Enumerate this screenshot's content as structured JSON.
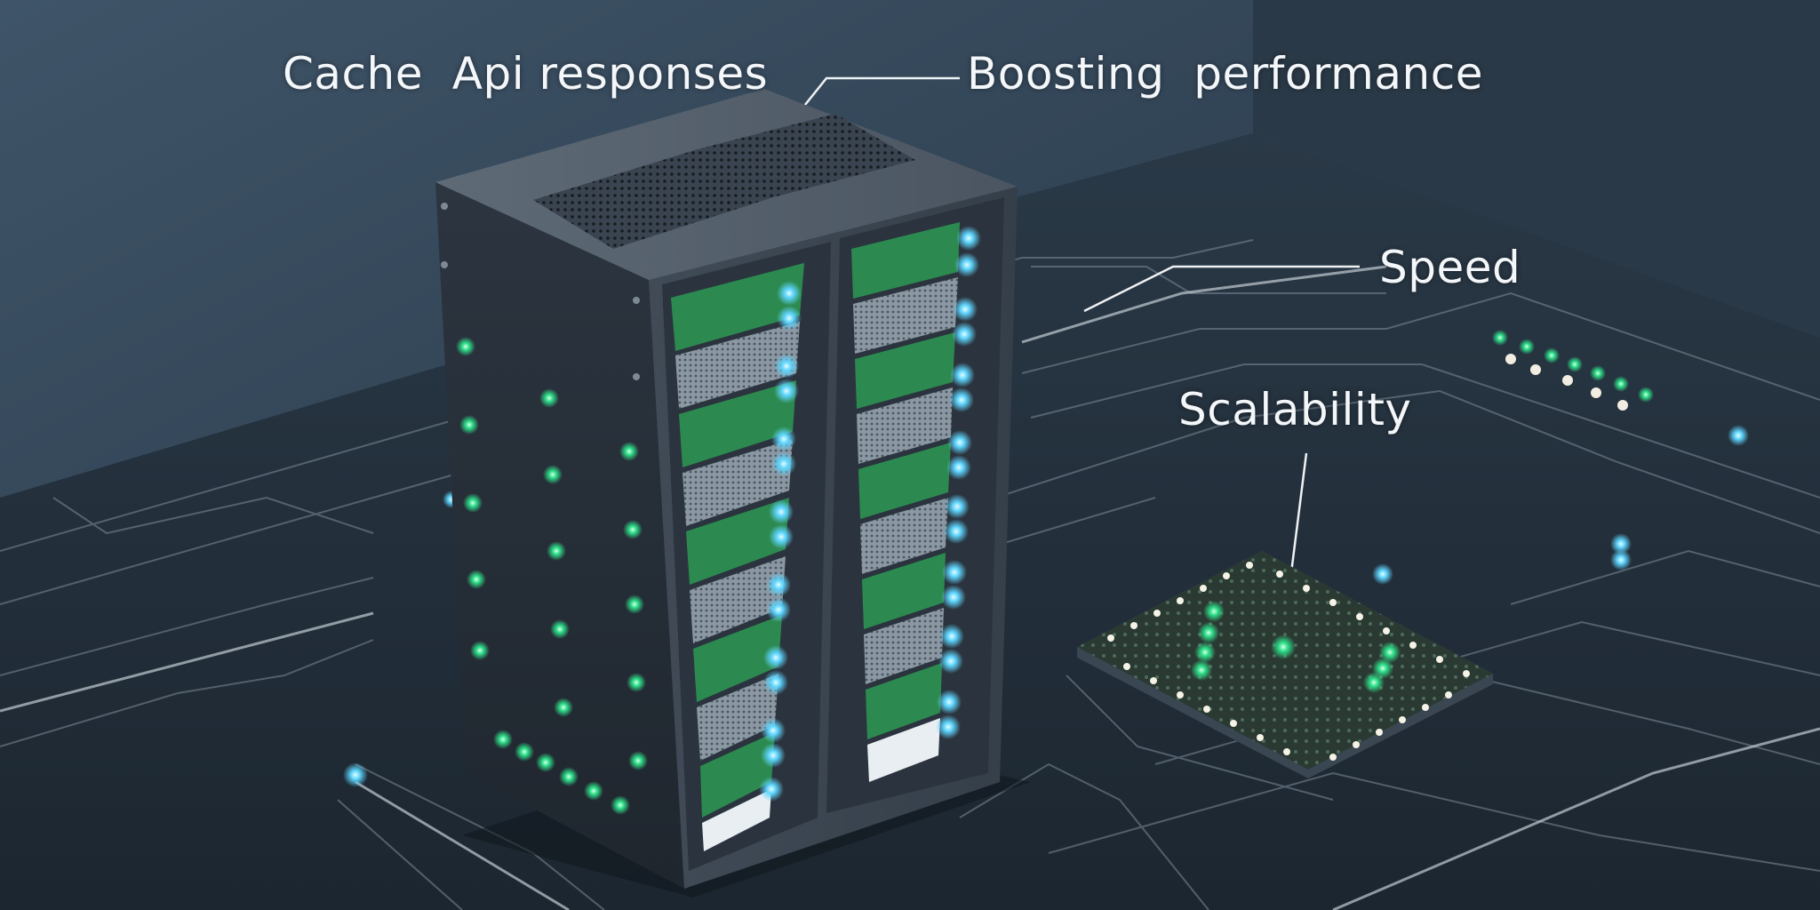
{
  "labels": {
    "cache_api": "Cache  Api responses",
    "boosting": "Boosting  performance",
    "speed": "Speed",
    "scalability": "Scalability"
  },
  "colors": {
    "background_wall": "#3b4f63",
    "floor": "#243240",
    "server_body": "#3a4450",
    "led_green": "#2fe08a",
    "led_blue": "#5fd6ff",
    "label_text": "#f4f7fa"
  },
  "scene": {
    "objects": [
      "server-rack-icon",
      "microchip-icon",
      "circuit-board-floor"
    ]
  }
}
